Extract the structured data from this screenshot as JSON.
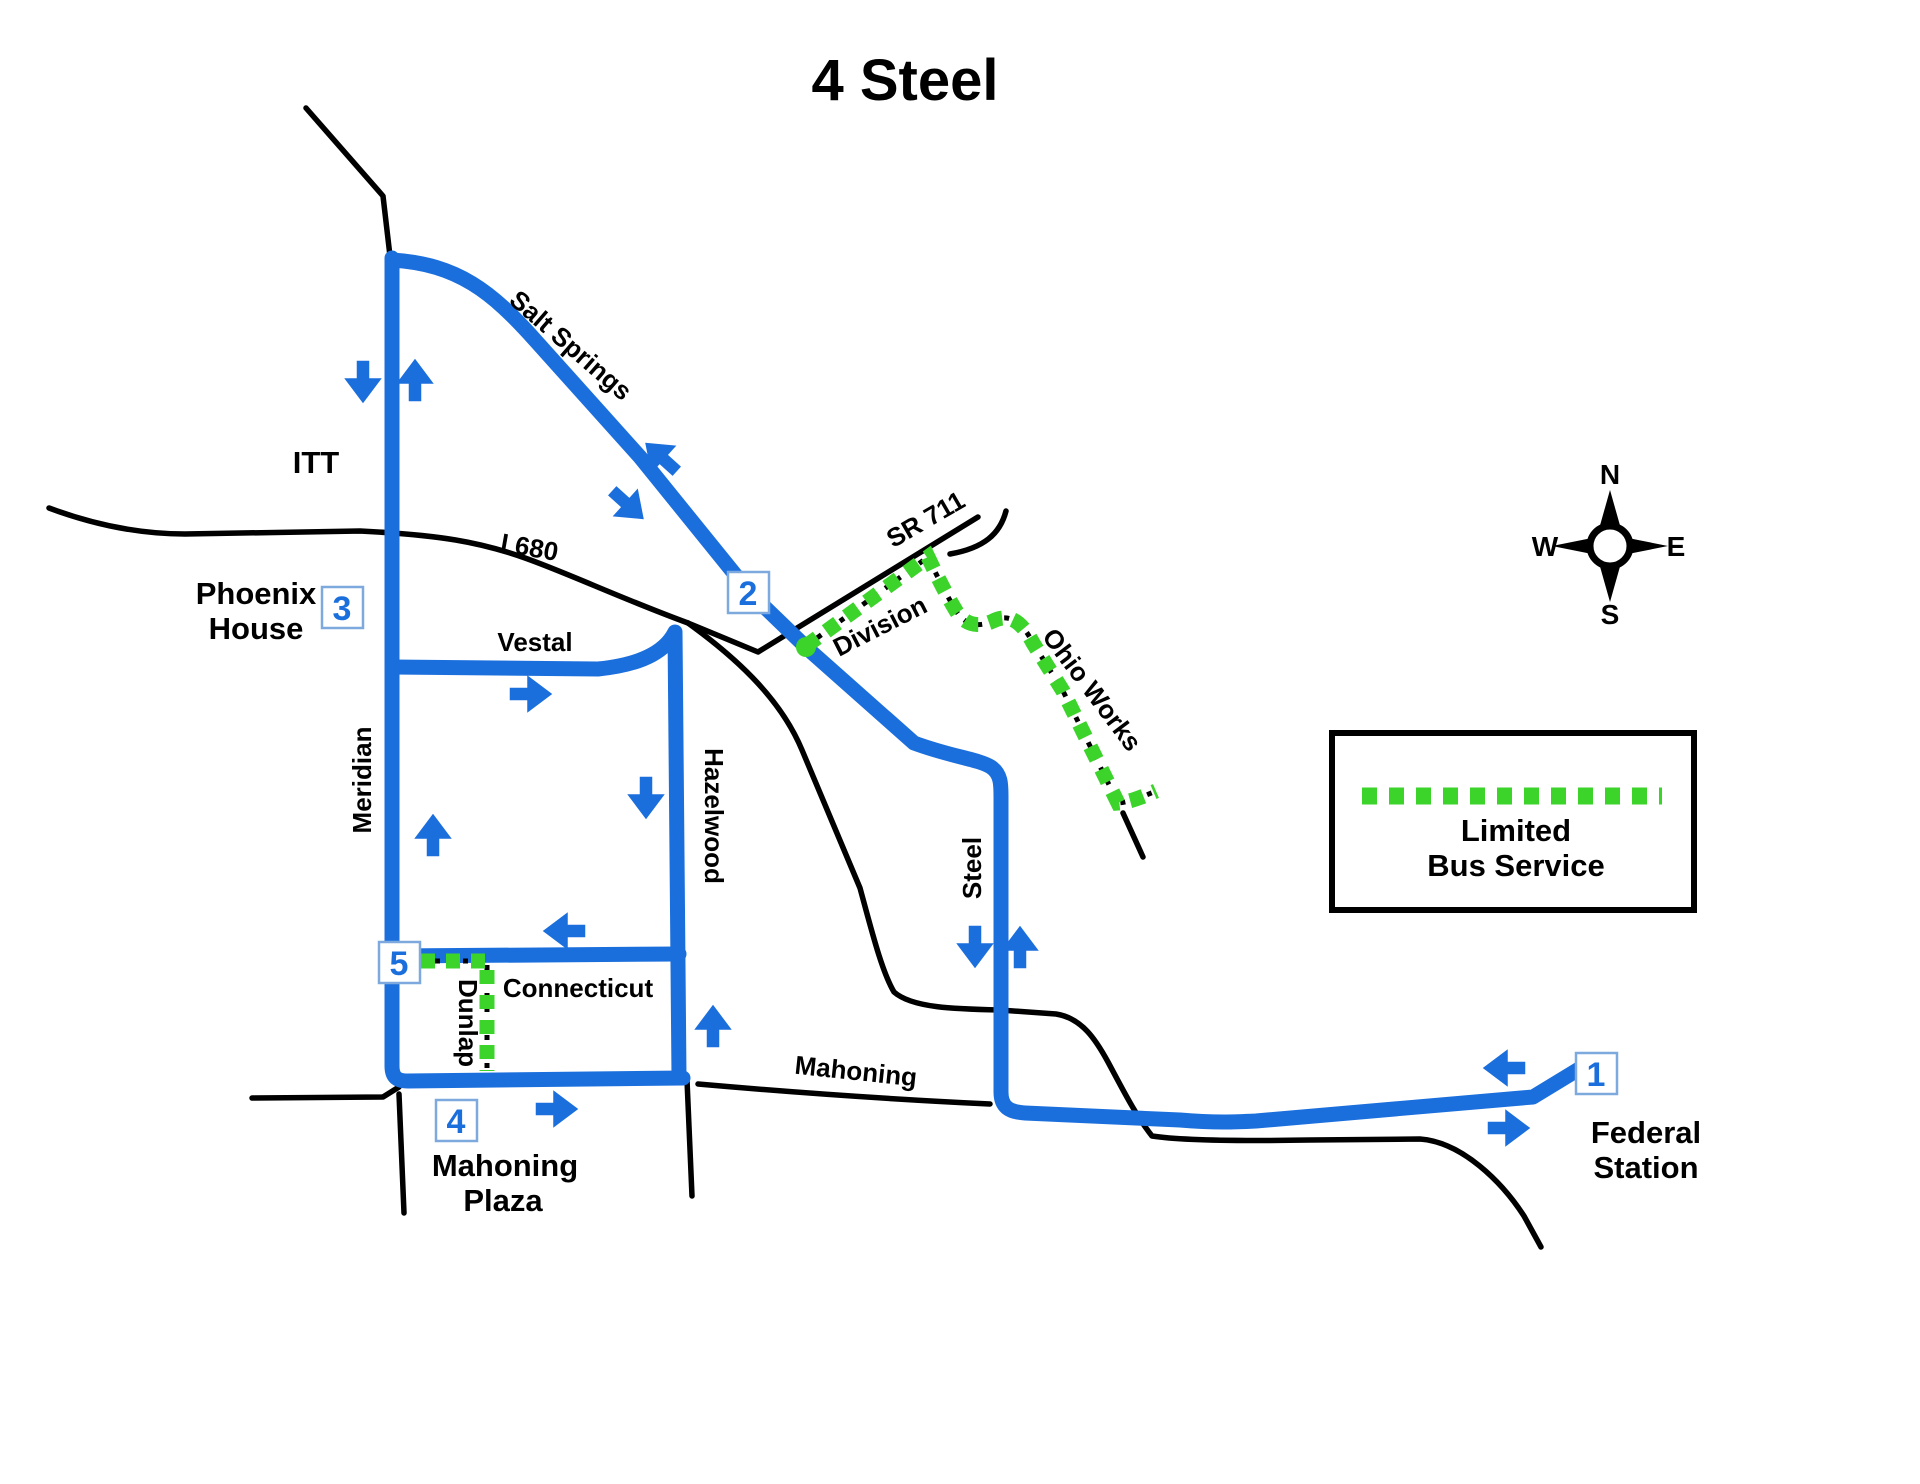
{
  "title": "4 Steel",
  "colors": {
    "route_blue": "#1b6fdd",
    "limited_green": "#3cd32b",
    "road_black": "#000000",
    "stop_box_border": "#7ea9de"
  },
  "stops": [
    {
      "number": "1"
    },
    {
      "number": "2"
    },
    {
      "number": "3"
    },
    {
      "number": "4"
    },
    {
      "number": "5"
    }
  ],
  "streets": {
    "salt_springs": "Salt Springs",
    "i680": "I 680",
    "sr711": "SR 711",
    "division": "Division",
    "ohio_works": "Ohio Works",
    "vestal": "Vestal",
    "meridian": "Meridian",
    "hazelwood": "Hazelwood",
    "steel": "Steel",
    "connecticut": "Connecticut",
    "dunlap": "Dunlap",
    "mahoning": "Mahoning"
  },
  "places": {
    "itt": "ITT",
    "phoenix_house": [
      "Phoenix",
      "House"
    ],
    "mahoning_plaza": [
      "Mahoning",
      "Plaza"
    ],
    "federal_station": [
      "Federal",
      "Station"
    ]
  },
  "legend": {
    "line1": "Limited",
    "line2": "Bus Service",
    "swatch": "limited-dashed-green-line"
  },
  "compass": {
    "n": "N",
    "e": "E",
    "s": "S",
    "w": "W"
  }
}
